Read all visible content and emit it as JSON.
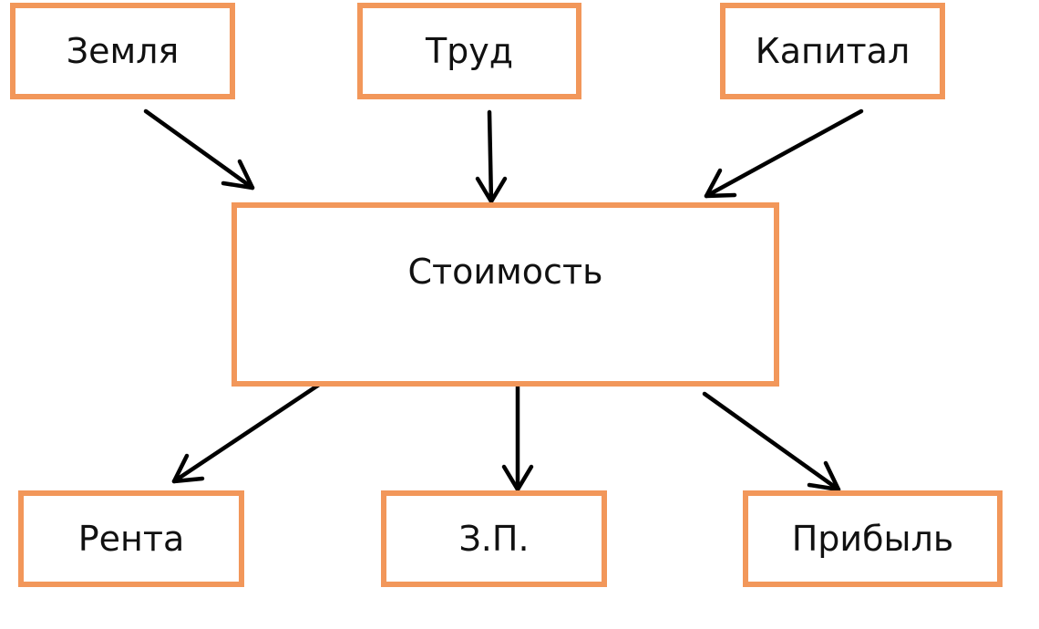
{
  "colors": {
    "box_border": "#f2975a",
    "arrow": "#000000",
    "text": "#111111",
    "background": "#ffffff"
  },
  "nodes": {
    "earth": "Земля",
    "labor": "Труд",
    "capital": "Капитал",
    "value": "Стоимость",
    "rent": "Рента",
    "wage": "З.П.",
    "profit": "Прибыль"
  },
  "edges": [
    {
      "from": "earth",
      "to": "value"
    },
    {
      "from": "labor",
      "to": "value"
    },
    {
      "from": "capital",
      "to": "value"
    },
    {
      "from": "value",
      "to": "rent"
    },
    {
      "from": "value",
      "to": "wage"
    },
    {
      "from": "value",
      "to": "profit"
    }
  ]
}
